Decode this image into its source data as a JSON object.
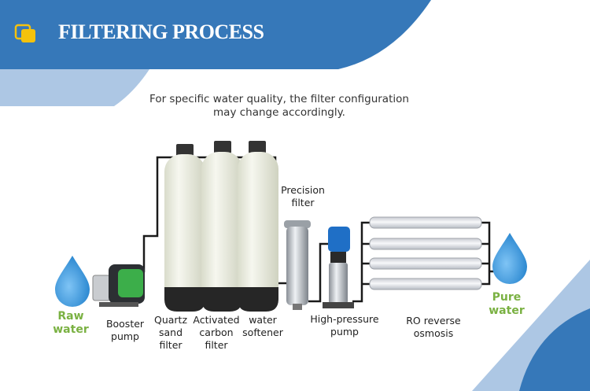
{
  "header": {
    "title": "FILTERING PROCESS",
    "colors": {
      "banner": "#3678b9",
      "banner_light": "#adc7e4",
      "accent_icon": "#f4c20d"
    }
  },
  "note": {
    "line1": "For specific water quality, the filter configuration",
    "line2": "may change accordingly."
  },
  "diagram": {
    "raw_water": {
      "line1": "Raw",
      "line2": "water"
    },
    "booster_pump": {
      "line1": "Booster",
      "line2": "pump"
    },
    "quartz_filter": {
      "line1": "Quartz",
      "line2": "sand",
      "line3": "filter"
    },
    "carbon_filter": {
      "line1": "Activated",
      "line2": "carbon",
      "line3": "filter"
    },
    "water_softener": {
      "line1": "water",
      "line2": "softener"
    },
    "precision_filter": {
      "line1": "Precision",
      "line2": "filter"
    },
    "high_pressure_pump": {
      "line1": "High-pressure",
      "line2": "pump"
    },
    "ro_membranes": {
      "line1": "RO reverse",
      "line2": "osmosis"
    },
    "pure_water": {
      "line1": "Pure",
      "line2": "water"
    },
    "label_color_green": "#7ab142",
    "droplet_color": "#2a8ed6"
  }
}
